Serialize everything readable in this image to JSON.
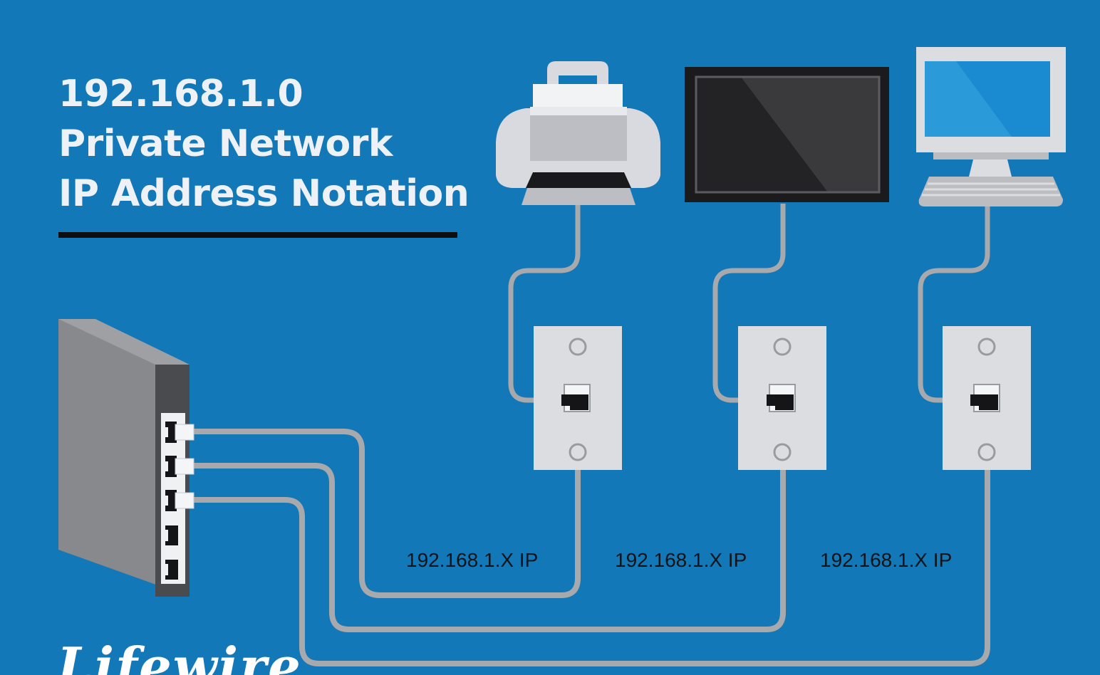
{
  "title": {
    "line1": "192.168.1.0",
    "line2": "Private Network",
    "line3": "IP Address Notation"
  },
  "ip_labels": [
    "192.168.1.X IP",
    "192.168.1.X IP",
    "192.168.1.X IP"
  ],
  "logo_text": "Lifewire",
  "colors": {
    "background": "#1278b8",
    "title_text": "#eef2f6",
    "rule": "#0e0e10",
    "cable": "#a8a9ac",
    "wall_plate": "#dcdde1",
    "router_front": "#88898d",
    "router_side": "#4a4b4f",
    "printer_body": "#d9dadf",
    "tv_frame": "#1b1b1d",
    "computer_screen": "#1a8bd0"
  },
  "devices": [
    {
      "icon": "printer-icon"
    },
    {
      "icon": "tv-monitor-icon"
    },
    {
      "icon": "desktop-computer-icon"
    }
  ],
  "router": {
    "icon": "router-icon",
    "ports": 5,
    "connected_ports": 3
  }
}
